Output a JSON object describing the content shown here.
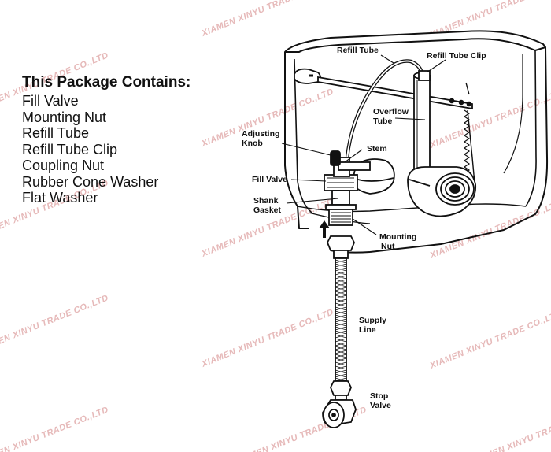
{
  "package": {
    "title": "This Package Contains:",
    "items": [
      "Fill Valve",
      "Mounting Nut",
      "Refill Tube",
      "Refill Tube Clip",
      "Coupling Nut",
      "Rubber Cone Washer",
      "Flat Washer"
    ]
  },
  "labels": {
    "refill_tube": "Refill Tube",
    "refill_tube_clip": "Refill Tube Clip",
    "overflow_tube_1": "Overflow",
    "overflow_tube_2": "Tube",
    "adjusting_knob_1": "Adjusting",
    "adjusting_knob_2": "Knob",
    "stem": "Stem",
    "fill_valve": "Fill Valve",
    "shank_gasket_1": "Shank",
    "shank_gasket_2": "Gasket",
    "mounting_nut_1": "Mounting",
    "mounting_nut_2": "Nut",
    "supply_line_1": "Supply",
    "supply_line_2": "Line",
    "stop_valve_1": "Stop",
    "stop_valve_2": "Valve"
  },
  "watermark": "XIAMEN XINYU TRADE CO.,LTD"
}
